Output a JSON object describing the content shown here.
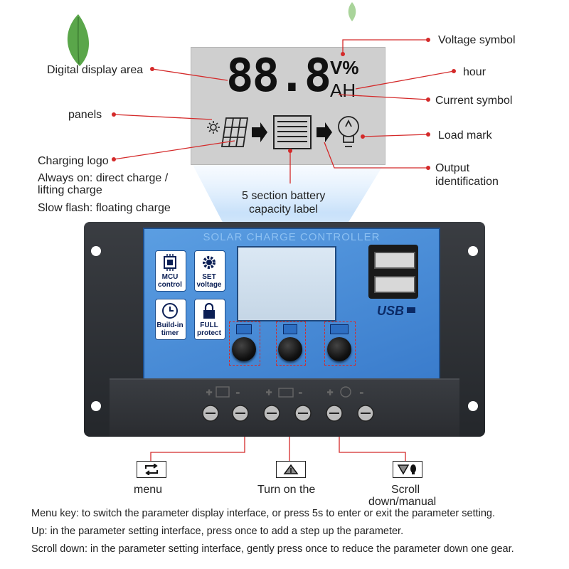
{
  "lcd": {
    "digits": "88.8",
    "unit_top": "V%",
    "unit_bottom": "AH"
  },
  "callouts": {
    "digital_display_area": "Digital display area",
    "panels": "panels",
    "charging_logo": "Charging logo",
    "always_on_line1": "Always on: direct charge /",
    "always_on_line2": "lifting charge",
    "slow_flash": "Slow flash: floating charge",
    "battery_label_line1": "5 section battery",
    "battery_label_line2": "capacity label",
    "voltage_symbol": "Voltage symbol",
    "hour": "hour",
    "current_symbol": "Current symbol",
    "load_mark": "Load mark",
    "output_line1": "Output",
    "output_line2": "identification"
  },
  "device": {
    "title": "SOLAR CHARGE CONTROLLER",
    "badges": [
      {
        "line1": "MCU",
        "line2": "control",
        "icon": "chip-icon"
      },
      {
        "line1": "SET",
        "line2": "voltage",
        "icon": "gear-icon"
      },
      {
        "line1": "Build-in",
        "line2": "timer",
        "icon": "clock-icon"
      },
      {
        "line1": "FULL",
        "line2": "protect",
        "icon": "lock-icon"
      }
    ],
    "usb_label": "USB"
  },
  "keys": {
    "menu": "menu",
    "up": "Turn on the",
    "down_line1": "Scroll",
    "down_line2": "down/manual"
  },
  "descriptions": [
    "Menu key: to switch the parameter display interface, or press 5s to enter or exit the parameter setting.",
    "Up: in the parameter setting interface, press once to add a step up the parameter.",
    "Scroll down: in the parameter setting interface, gently press once to reduce the parameter down one gear."
  ],
  "colors": {
    "accent_red": "#d42a2a",
    "panel_blue": "#3f86d6",
    "lcd_gray": "#cfcfcf",
    "housing": "#2f3236"
  }
}
